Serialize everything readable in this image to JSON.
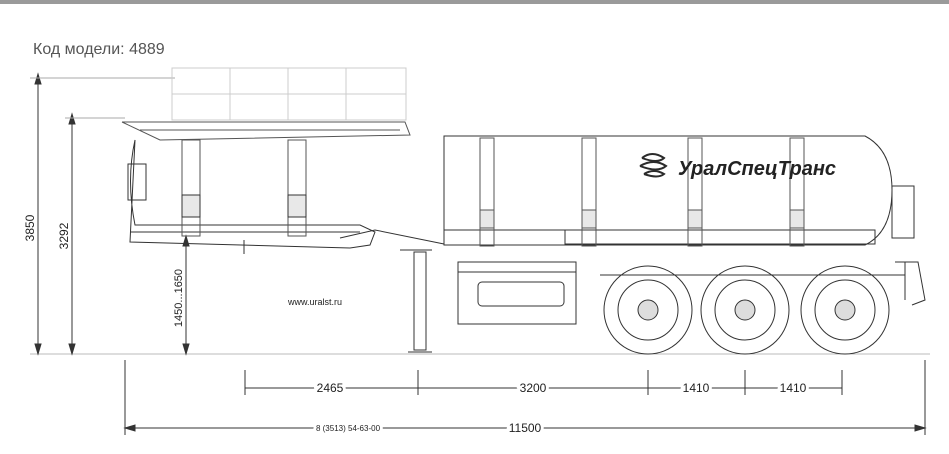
{
  "header": {
    "model_code": "Код модели: 4889"
  },
  "brand": {
    "name": "УралСпецТранс",
    "website": "www.uralst.ru",
    "phone": "8 (3513) 54-63-00"
  },
  "dimensions": {
    "overall_height": "3850",
    "body_height": "3292",
    "coupling_height": "1450...1650",
    "segment_1": "2465",
    "segment_2": "3200",
    "axle_spacing_1": "1410",
    "axle_spacing_2": "1410",
    "overall_length": "11500"
  },
  "colors": {
    "line": "#333333",
    "brand_text": "#2b2b2b",
    "top_bar": "#9a9a9a"
  }
}
